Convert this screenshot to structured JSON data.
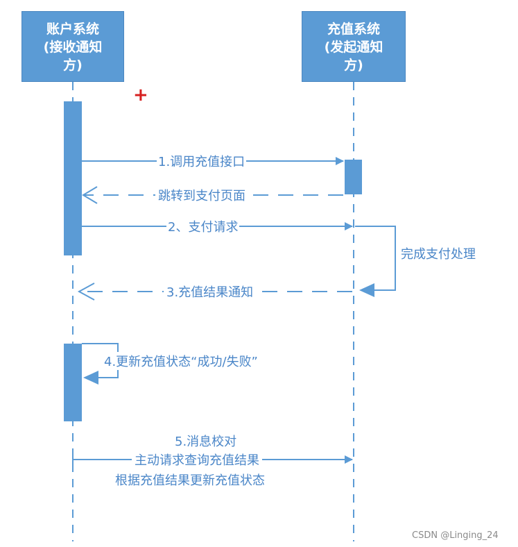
{
  "actors": {
    "receiver": {
      "line1": "账户系统",
      "line2": "(接收通知",
      "line3": "方)"
    },
    "initiator": {
      "line1": "充值系统",
      "line2": "(发起通知",
      "line3": "方)"
    }
  },
  "messages": {
    "m1": "1.调用充值接口",
    "m_jump": "跳转到支付页面",
    "m2": "2、支付请求",
    "m_self": "完成支付处理",
    "m3": "3.充值结果通知",
    "m4": "4.更新充值状态“成功/失败”",
    "m5_line1": "5.消息校对",
    "m5_line2": "主动请求查询充值结果",
    "m5_line3": "根据充值结果更新充值状态"
  },
  "cursor": "+",
  "watermark": "CSDN @Linging_24",
  "colors": {
    "actor_fill": "#5b9bd5",
    "line": "#5b9bd5",
    "text": "#4a86c8"
  }
}
